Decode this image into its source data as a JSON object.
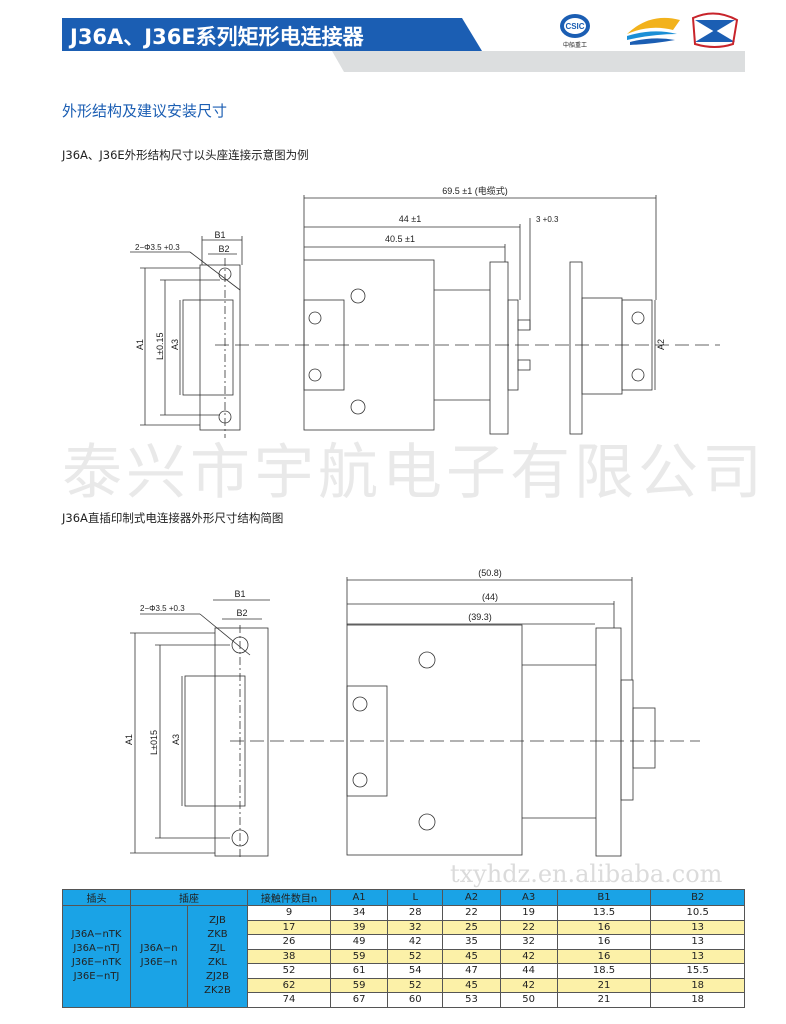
{
  "header": {
    "title": "J36A、J36E系列矩形电连接器",
    "logo_text": "CSIC",
    "logo_caption": "中船重工"
  },
  "section_title": "外形结构及建议安装尺寸",
  "figure1": {
    "caption": "J36A、J36E外形结构尺寸以头座连接示意图为例",
    "dims": {
      "total": "69.5 ±1 (电缆式)",
      "d44": "44 ±1",
      "d405": "40.5 ±1",
      "d3": "3 +0.3",
      "hole": "2−Φ3.5 +0.3",
      "b1": "B1",
      "b2": "B2",
      "a1": "A1",
      "a3": "A3",
      "l": "L±0.15",
      "a2": "A2"
    }
  },
  "watermark": "泰兴市宇航电子有限公司",
  "figure2": {
    "caption": "J36A直插印制式电连接器外形尺寸结构简图",
    "dims": {
      "d508": "(50.8)",
      "d44": "(44)",
      "d393": "(39.3)",
      "hole": "2−Φ3.5 +0.3",
      "b1": "B1",
      "b2": "B2",
      "a1": "A1",
      "a3": "A3",
      "l": "L±015"
    }
  },
  "table": {
    "headers": [
      "插头",
      "插座",
      "接触件数目n",
      "A1",
      "L",
      "A2",
      "A3",
      "B1",
      "B2"
    ],
    "plug": [
      "J36A−nTK",
      "J36A−nTJ",
      "J36E−nTK",
      "J36E−nTJ"
    ],
    "socket": [
      "J36A−n",
      "J36E−n"
    ],
    "socket_types": [
      "ZJB",
      "ZKB",
      "ZJL",
      "ZKL",
      "ZJ2B",
      "ZK2B"
    ],
    "rows": [
      [
        "9",
        "34",
        "28",
        "22",
        "19",
        "13.5",
        "10.5"
      ],
      [
        "17",
        "39",
        "32",
        "25",
        "22",
        "16",
        "13"
      ],
      [
        "26",
        "49",
        "42",
        "35",
        "32",
        "16",
        "13"
      ],
      [
        "38",
        "59",
        "52",
        "45",
        "42",
        "16",
        "13"
      ],
      [
        "52",
        "61",
        "54",
        "47",
        "44",
        "18.5",
        "15.5"
      ],
      [
        "62",
        "59",
        "52",
        "45",
        "42",
        "21",
        "18"
      ],
      [
        "74",
        "67",
        "60",
        "53",
        "50",
        "21",
        "18"
      ]
    ],
    "watermark": "txyhdz.en.alibaba.com"
  }
}
